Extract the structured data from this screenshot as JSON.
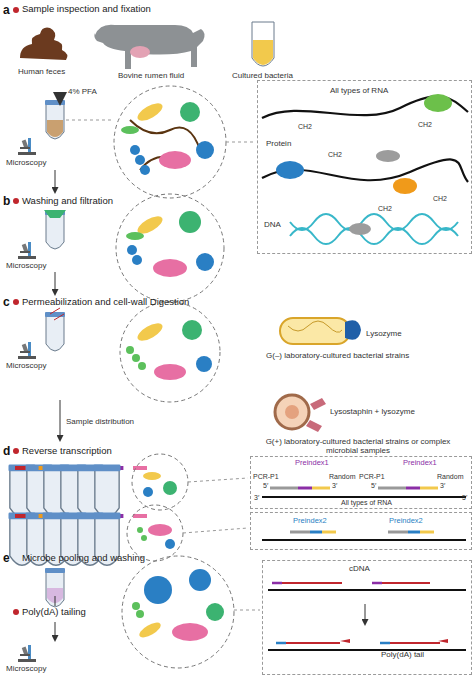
{
  "diagram": {
    "nodes": [
      {
        "text": [
          "All types of RNA",
          "CH2",
          "CH2",
          "CH2",
          "CH2",
          "CH2",
          "Protein",
          "DNA"
        ]
      },
      {
        "text": [
          "PCR-P1",
          "Preindex1",
          "Random",
          "PCR-P1",
          "Preindex1",
          "Random",
          "3′",
          "5′",
          "5′",
          "3′",
          "5′",
          "3′",
          "All types of RNA"
        ]
      },
      {
        "text": [
          "Preindex2",
          "Preindex2"
        ]
      },
      {
        "text": [
          "cDNA",
          "Poly(dA) tail"
        ]
      }
    ],
    "labels": [
      "a",
      "Sample inspection and fixation",
      "Human feces",
      "Bovine rumen fluid",
      "Cultured bacteria",
      "4% PFA",
      "Microscopy",
      "b",
      "Washing and filtration",
      "Microscopy",
      "c",
      "Permeabilization and cell-wall Digestion",
      "Microscopy",
      "Lysozyme",
      "G(–) laboratory-cultured bacterial strains",
      "Lysostaphin + lysozyme",
      "G(+) laboratory-cultured bacterial strains or complex microbial samples",
      "Sample distribution",
      "d",
      "Reverse transcription",
      "e",
      "Microbe pooling and washing",
      "Poly(dA) tailing",
      "Microscopy"
    ]
  }
}
